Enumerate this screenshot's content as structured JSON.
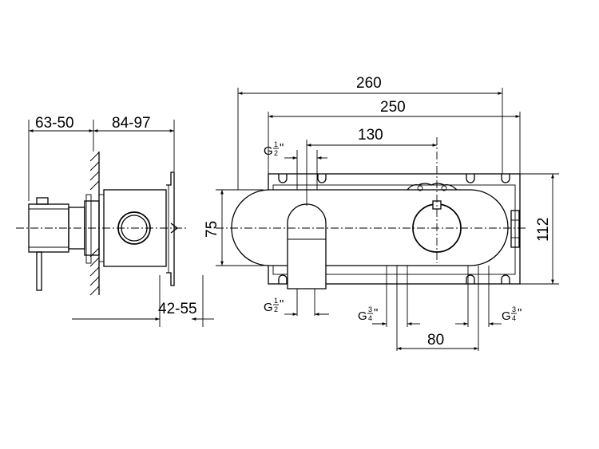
{
  "dimensions": {
    "left_depth_front": "63-50",
    "left_depth_body": "84-97",
    "left_box_depth": "42-55",
    "width_outer": "260",
    "width_plate": "250",
    "center_distance": "130",
    "height_front": "75",
    "height_plate": "112",
    "inlet_spacing": "80"
  },
  "threads": {
    "g_prefix": "G",
    "half": {
      "num": "1",
      "den": "2",
      "mark": "\""
    },
    "three_quarter": {
      "num": "3",
      "den": "4",
      "mark": "\""
    }
  }
}
